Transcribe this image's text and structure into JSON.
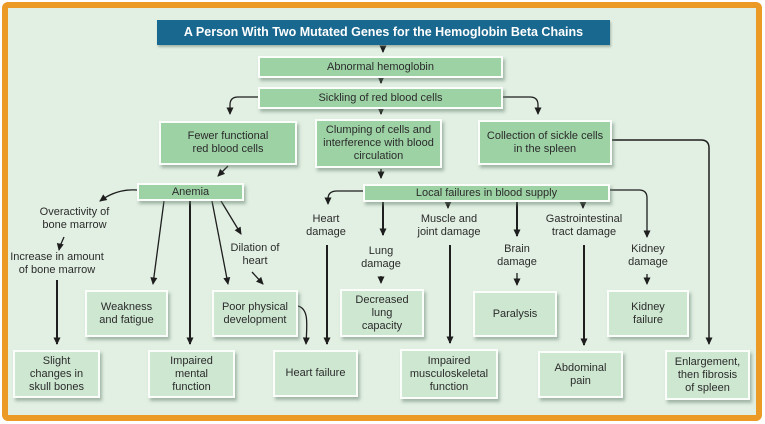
{
  "title": "A Person With Two Mutated Genes for the Hemoglobin Beta Chains",
  "nodes": {
    "abnormal_hemoglobin": "Abnormal hemoglobin",
    "sickling": "Sickling of red blood cells",
    "fewer_functional": "Fewer functional red blood cells",
    "clumping": "Clumping of cells and interference with blood circulation",
    "collection_spleen": "Collection of sickle cells in the spleen",
    "anemia": "Anemia",
    "local_failures": "Local failures in blood supply",
    "overactivity": "Overactivity of bone marrow",
    "increase_marrow": "Increase in amount of bone marrow",
    "dilation_heart": "Dilation of heart",
    "heart_damage": "Heart damage",
    "lung_damage": "Lung damage",
    "muscle_joint_damage": "Muscle and joint damage",
    "brain_damage": "Brain damage",
    "gi_damage": "Gastrointestinal tract damage",
    "kidney_damage": "Kidney damage",
    "weakness_fatigue": "Weakness and fatigue",
    "poor_physical": "Poor physical development",
    "decreased_lung": "Decreased lung capacity",
    "paralysis": "Paralysis",
    "kidney_failure": "Kidney failure",
    "slight_changes": "Slight changes in skull bones",
    "impaired_mental": "Impaired mental function",
    "heart_failure": "Heart failure",
    "impaired_musculoskeletal": "Impaired musculoskeletal function",
    "abdominal_pain": "Abdominal pain",
    "enlargement_spleen": "Enlargement, then fibrosis of spleen"
  },
  "colors": {
    "frame_orange": "#EC9A26",
    "canvas_mint": "#E2F0E3",
    "stage_box_green": "#9DD2A5",
    "outcome_box_green": "#CEE7D1",
    "title_bar_blue": "#19688F",
    "text_dark": "#2B2B2B",
    "arrow_black": "#1E1E1E"
  }
}
